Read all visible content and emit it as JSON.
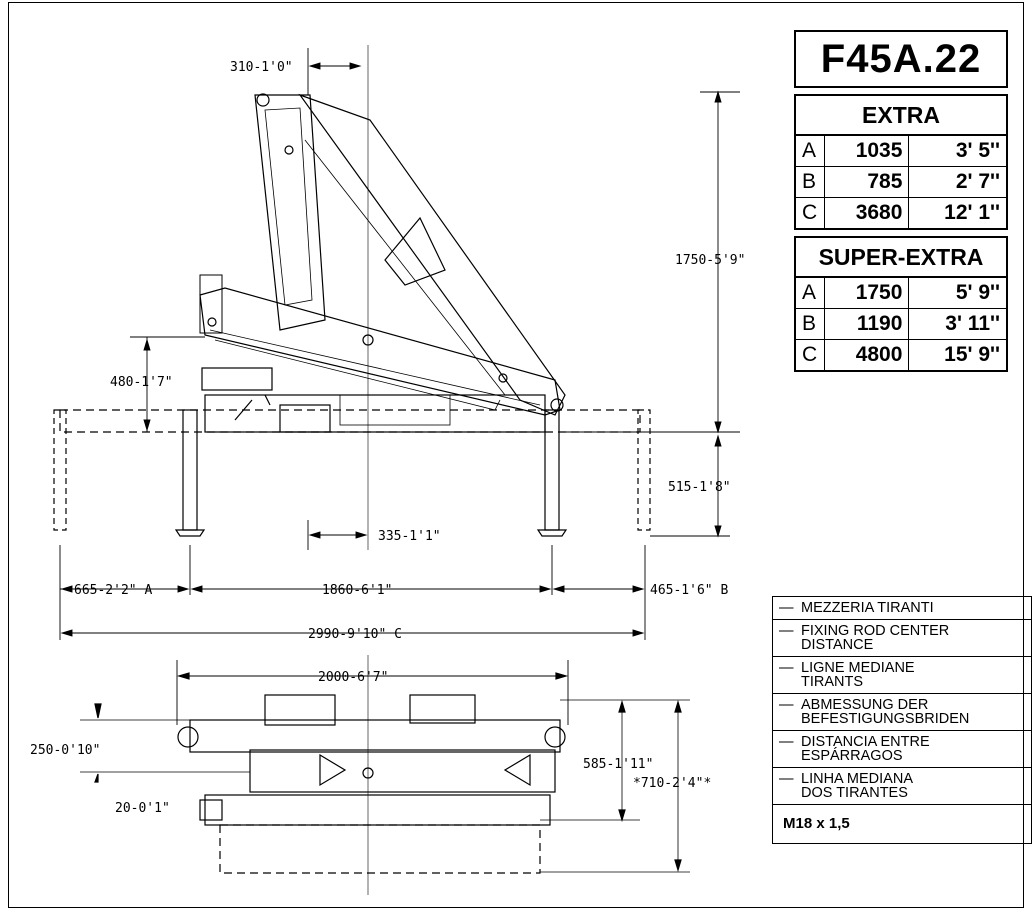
{
  "model": "F45A.22",
  "extra": {
    "title": "EXTRA",
    "rows": [
      {
        "label": "A",
        "mm": "1035",
        "ft": "3' 5''"
      },
      {
        "label": "B",
        "mm": "785",
        "ft": "2' 7''"
      },
      {
        "label": "C",
        "mm": "3680",
        "ft": "12' 1''"
      }
    ]
  },
  "super_extra": {
    "title": "SUPER-EXTRA",
    "rows": [
      {
        "label": "A",
        "mm": "1750",
        "ft": "5' 9''"
      },
      {
        "label": "B",
        "mm": "1190",
        "ft": "3' 11''"
      },
      {
        "label": "C",
        "mm": "4800",
        "ft": "15' 9''"
      }
    ]
  },
  "legend": [
    "MEZZERIA TIRANTI",
    "FIXING ROD CENTER\nDISTANCE",
    "LIGNE MEDIANE\nTIRANTS",
    "ABMESSUNG DER\nBEFESTIGUNGSBRIDEN",
    "DISTANCIA ENTRE\nESPÁRRAGOS",
    "LINHA MEDIANA\nDOS TIRANTES"
  ],
  "thread": "M18 x 1,5",
  "dimensions": {
    "d310": "310-1'0\"",
    "d1750": "1750-5'9\"",
    "d480": "480-1'7\"",
    "d515": "515-1'8\"",
    "d335": "335-1'1\"",
    "d665": "665-2'2\" A",
    "d1860": "1860-6'1\"",
    "d465": "465-1'6\" B",
    "d2990": "2990-9'10\" C",
    "d2000": "2000-6'7\"",
    "d250": "250-0'10\"",
    "d20": "20-0'1\"",
    "d585": "585-1'11\"",
    "d710": "*710-2'4\"*"
  }
}
